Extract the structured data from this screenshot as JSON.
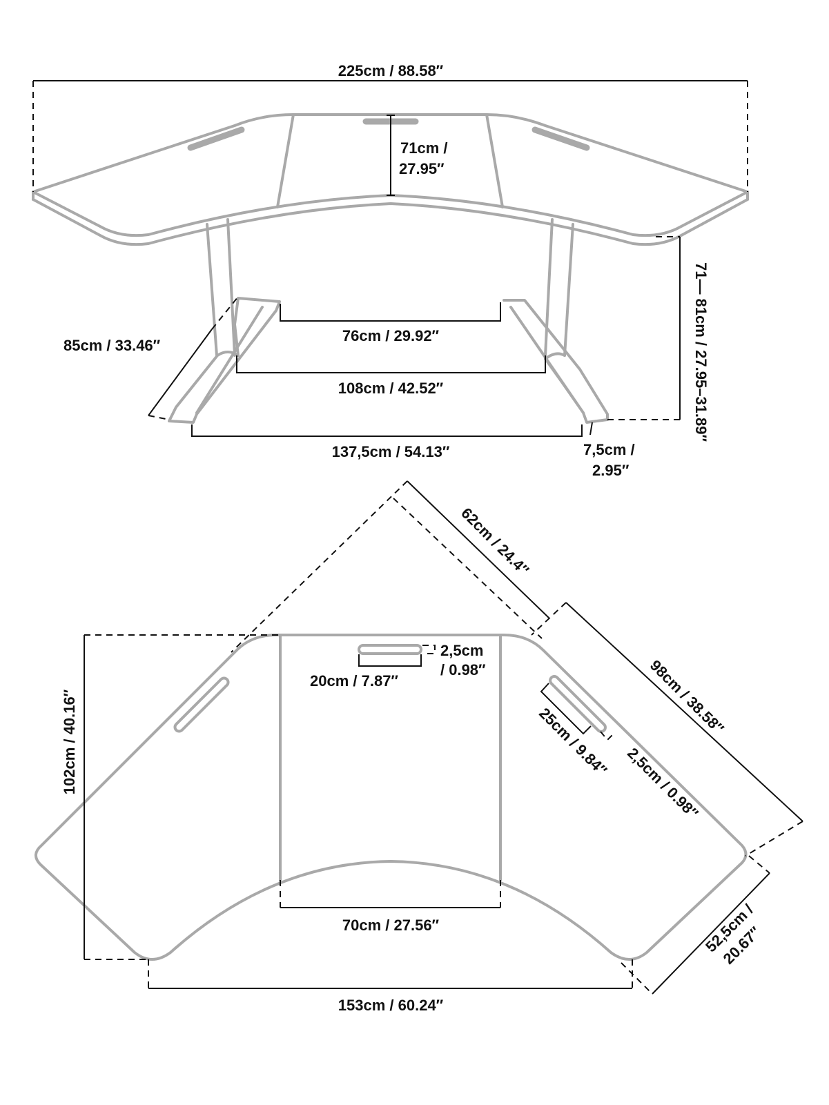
{
  "front_view": {
    "total_width": "225cm / 88.58″",
    "depth_center": [
      "71cm /",
      "27.95″"
    ],
    "inner_feet_gap": "76cm / 29.92″",
    "leg_spacing": "108cm / 42.52″",
    "feet_span": "137,5cm / 54.13″",
    "foot_length": "85cm / 33.46″",
    "foot_width": [
      "7,5cm /",
      "2.95″"
    ],
    "height_range": "71— 81cm  / 27.95–31.89″"
  },
  "top_view": {
    "depth_left": "102cm / 40.16″",
    "back_width": "153cm / 60.24″",
    "center_width": "70cm / 27.56″",
    "corner_depth": "62cm / 24.4″",
    "wing_length": "98cm / 38.58″",
    "wing_end": [
      "52,5cm /",
      "20.67″"
    ],
    "slot_center_length": "20cm / 7.87″",
    "slot_center_width": [
      "2,5cm",
      "/ 0.98″"
    ],
    "slot_side_length": "25cm / 9.84″",
    "slot_side_width": "2,5cm / 0.98″"
  },
  "colors": {
    "desk_outline": "#a9a9a9",
    "dimension": "#111111"
  }
}
